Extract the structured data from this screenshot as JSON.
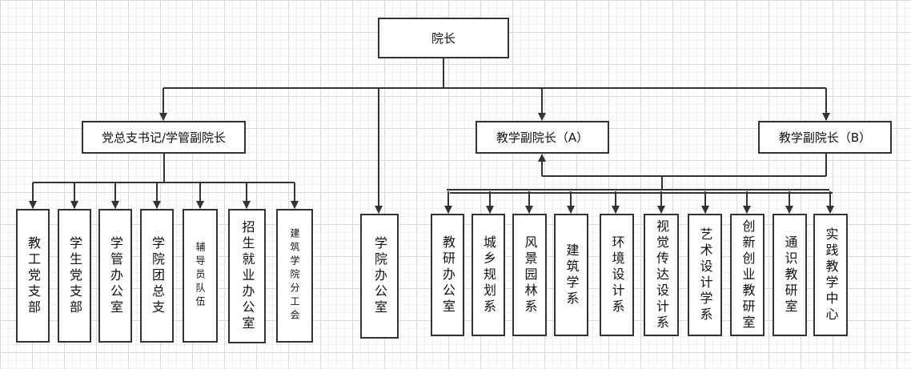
{
  "diagram": {
    "root": "院长",
    "managers": {
      "party": "党总支书记/学管副院长",
      "teach_a": "教学副院长（A）",
      "teach_b": "教学副院长（B）"
    },
    "party_units": [
      "教工党支部",
      "学生党支部",
      "学管办公室",
      "学院团总支",
      "辅导员队伍",
      "招生就业办公室",
      "建筑学院分工会"
    ],
    "office": "学院办公室",
    "teaching_units": [
      "教研办公室",
      "城乡规划系",
      "风景园林系",
      "建筑学系",
      "环境设计系",
      "视觉传达设计系",
      "艺术设计学系",
      "创新创业教研室",
      "通识教研室",
      "实践教学中心"
    ],
    "colors": {
      "line": "#333333",
      "box_border": "#333333",
      "grid": "#d8d8d8"
    }
  }
}
